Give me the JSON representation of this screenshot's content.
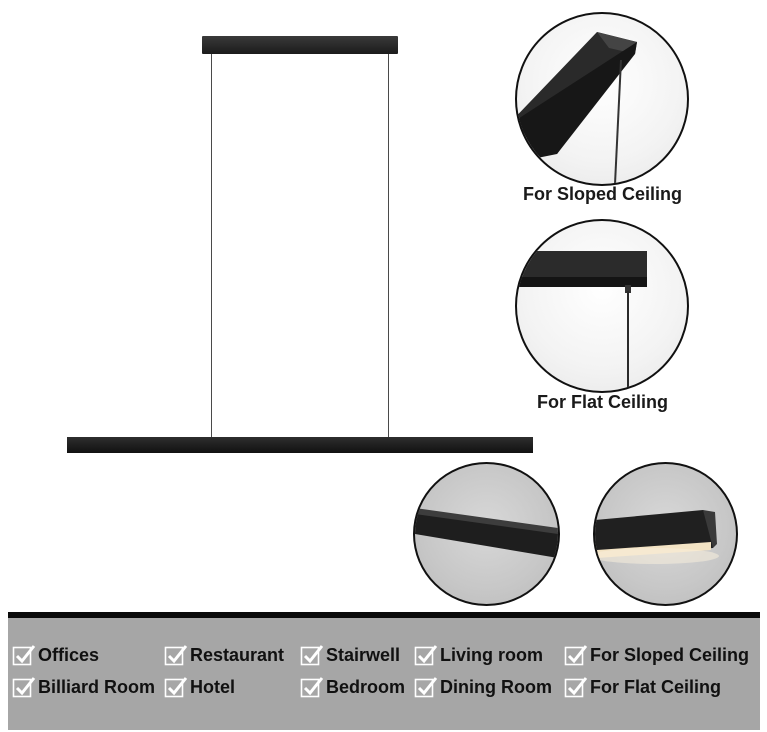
{
  "captions": {
    "sloped": "For Sloped Ceiling",
    "flat": "For Flat Ceiling"
  },
  "icons": {
    "checkbox": "check-icon"
  },
  "colors": {
    "lamp": "#1b1b1b",
    "panel": "#a6a6a6",
    "panel_border": "#0a0a0a",
    "check": "#ffffff"
  },
  "places": [
    {
      "label": "Offices"
    },
    {
      "label": "Restaurant"
    },
    {
      "label": "Stairwell"
    },
    {
      "label": "Living room"
    },
    {
      "label": "For Sloped Ceiling"
    },
    {
      "label": "Billiard Room"
    },
    {
      "label": "Hotel"
    },
    {
      "label": "Bedroom"
    },
    {
      "label": "Dining Room"
    },
    {
      "label": "For Flat Ceiling"
    }
  ]
}
